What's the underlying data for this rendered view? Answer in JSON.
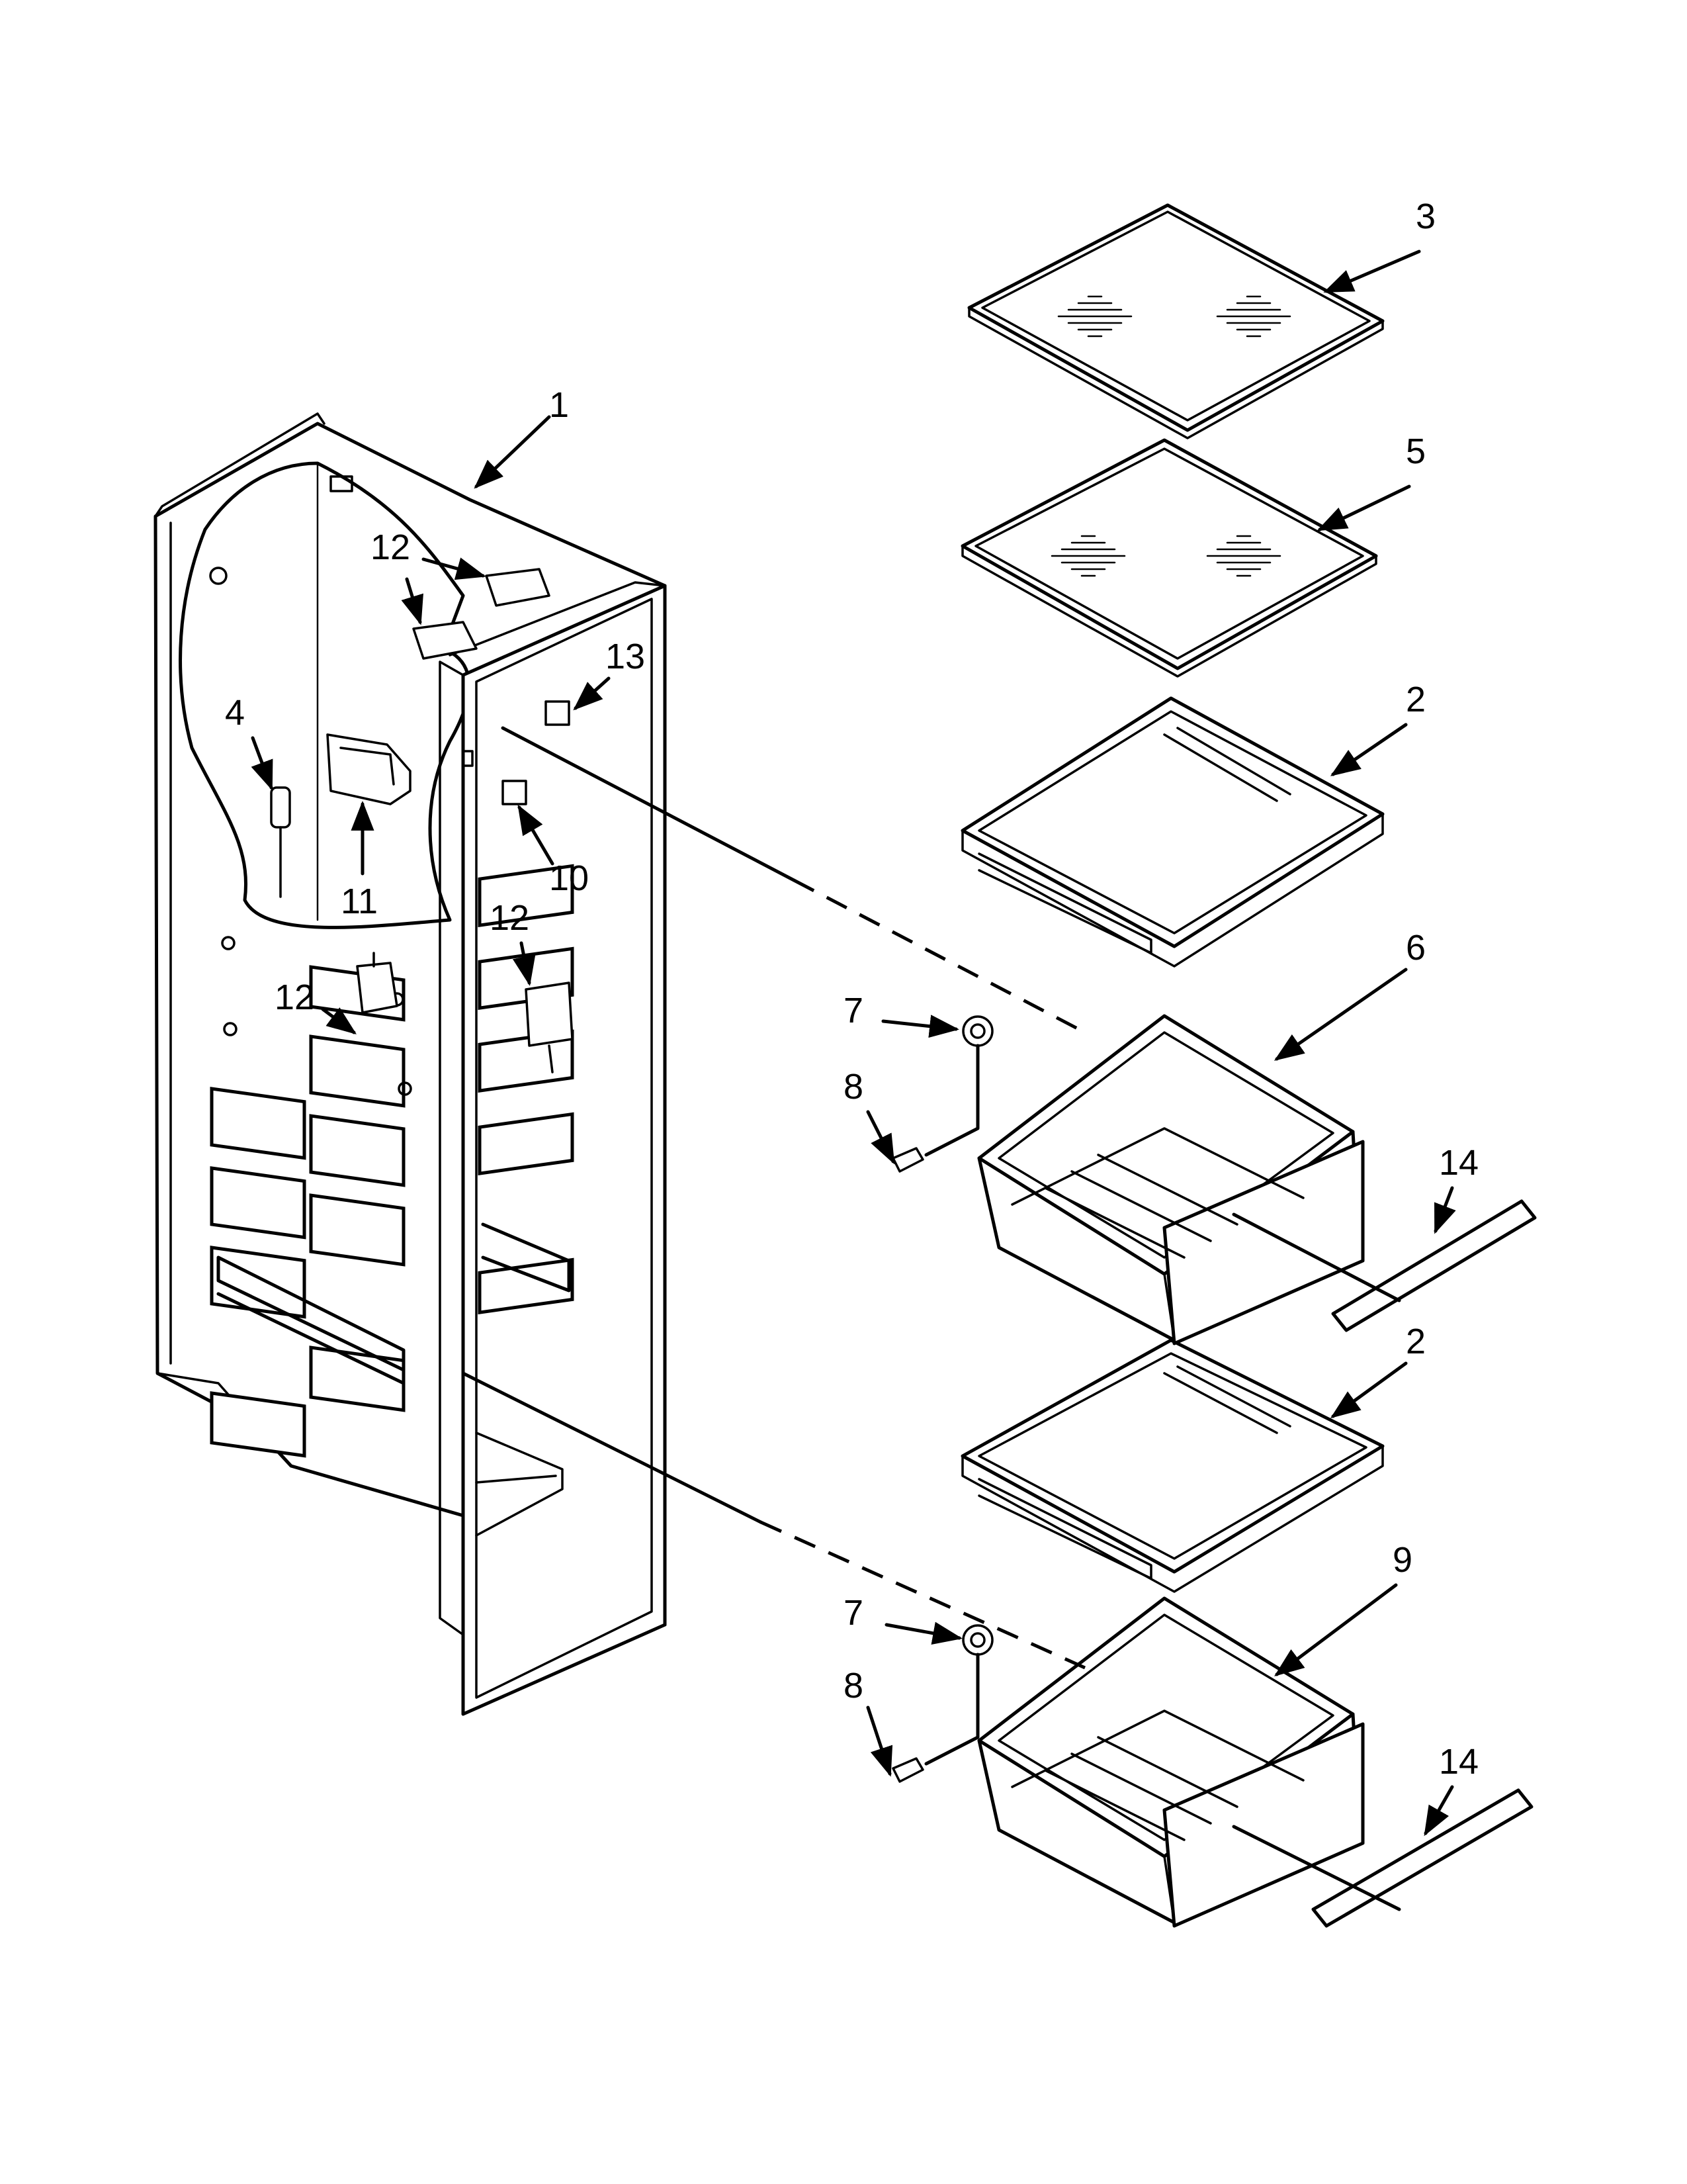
{
  "diagram": {
    "callouts": [
      {
        "id": "c1",
        "label": "1"
      },
      {
        "id": "c3",
        "label": "3"
      },
      {
        "id": "c5",
        "label": "5"
      },
      {
        "id": "c2a",
        "label": "2"
      },
      {
        "id": "c6",
        "label": "6"
      },
      {
        "id": "c7a",
        "label": "7"
      },
      {
        "id": "c8a",
        "label": "8"
      },
      {
        "id": "c14a",
        "label": "14"
      },
      {
        "id": "c2b",
        "label": "2"
      },
      {
        "id": "c9",
        "label": "9"
      },
      {
        "id": "c7b",
        "label": "7"
      },
      {
        "id": "c8b",
        "label": "8"
      },
      {
        "id": "c14b",
        "label": "14"
      },
      {
        "id": "c4",
        "label": "4"
      },
      {
        "id": "c11",
        "label": "11"
      },
      {
        "id": "c12a",
        "label": "12"
      },
      {
        "id": "c12b",
        "label": "12"
      },
      {
        "id": "c12c",
        "label": "12"
      },
      {
        "id": "c13",
        "label": "13"
      },
      {
        "id": "c10",
        "label": "10"
      }
    ]
  }
}
